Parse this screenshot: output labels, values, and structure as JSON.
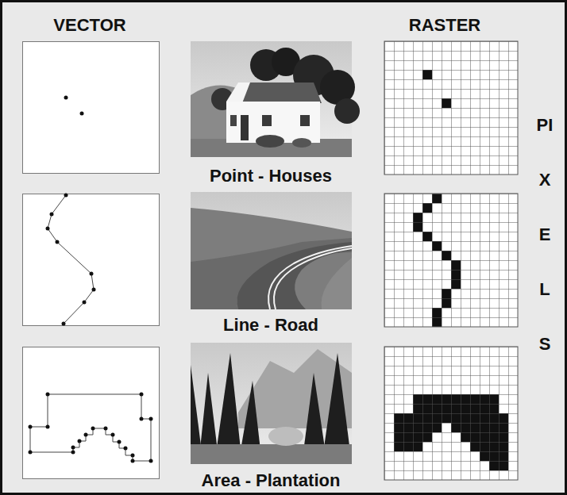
{
  "diagram": {
    "labels": [
      "VECTOR",
      "RASTER",
      "Point - Houses",
      "Line - Road",
      "Area - Plantation",
      "PIXELS"
    ]
  }
}
